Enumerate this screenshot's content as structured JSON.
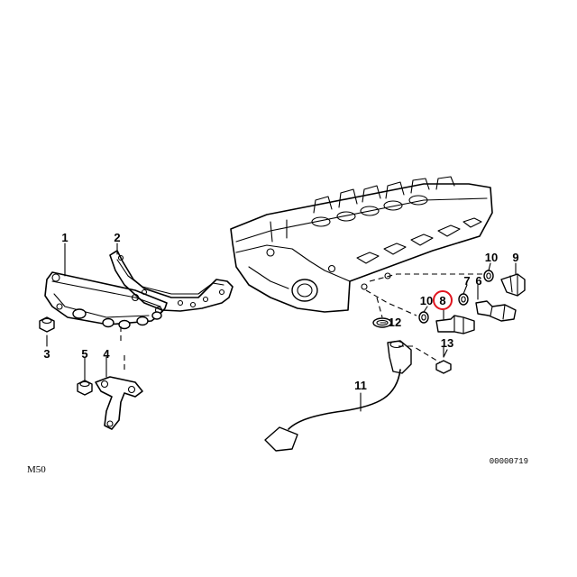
{
  "callouts": [
    {
      "id": "c1",
      "label": "1"
    },
    {
      "id": "c2",
      "label": "2"
    },
    {
      "id": "c3",
      "label": "3"
    },
    {
      "id": "c4",
      "label": "4"
    },
    {
      "id": "c5",
      "label": "5"
    },
    {
      "id": "c6",
      "label": "6"
    },
    {
      "id": "c7",
      "label": "7"
    },
    {
      "id": "c8",
      "label": "8"
    },
    {
      "id": "c9",
      "label": "9"
    },
    {
      "id": "c10a",
      "label": "10"
    },
    {
      "id": "c10b",
      "label": "10"
    },
    {
      "id": "c11",
      "label": "11"
    },
    {
      "id": "c12",
      "label": "12"
    },
    {
      "id": "c13",
      "label": "13"
    }
  ],
  "highlight": {
    "label": "8",
    "color": "#e0141e"
  },
  "footer": {
    "model_code": "M50",
    "drawing_number": "00000719"
  }
}
